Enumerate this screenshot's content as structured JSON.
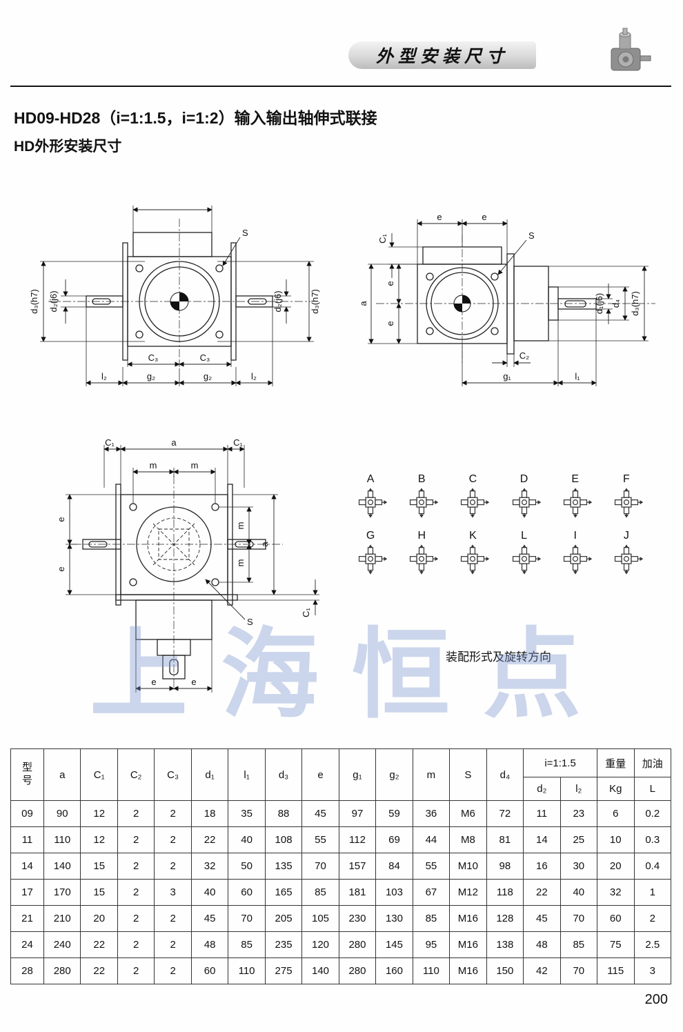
{
  "banner": {
    "title": "外型安装尺寸"
  },
  "titles": {
    "line1": "HD09-HD28（i=1:1.5，i=1:2）输入输出轴伸式联接",
    "line2": "HD外形安装尺寸"
  },
  "watermark": "上海恒点",
  "dims": {
    "a": "a",
    "e": "e",
    "m": "m",
    "S": "S",
    "C1": "C₁",
    "C2": "C₂",
    "C3": "C₃",
    "g1": "g₁",
    "g2": "g₂",
    "l1": "l₁",
    "l2": "l₂",
    "d1j6": "d₁(j6)",
    "d2j6": "d₂(j6)",
    "d3h7": "d₃(h7)",
    "d4": "d₄"
  },
  "assembly": {
    "labels": [
      "A",
      "B",
      "C",
      "D",
      "E",
      "F",
      "G",
      "H",
      "K",
      "L",
      "I",
      "J"
    ],
    "caption": "装配形式及旋转方向"
  },
  "table": {
    "headers": {
      "model": "型\n号",
      "a": "a",
      "C1": "C₁",
      "C2": "C₂",
      "C3": "C₃",
      "d1": "d₁",
      "l1": "l₁",
      "d3": "d₃",
      "e": "e",
      "g1": "g₁",
      "g2": "g₂",
      "m": "m",
      "S": "S",
      "d4": "d₄",
      "ratio": "i=1:1.5",
      "d2": "d₂",
      "l2": "l₂",
      "weight": "重量",
      "weight_unit": "Kg",
      "oil": "加油",
      "oil_unit": "L"
    },
    "rows": [
      [
        "09",
        "90",
        "12",
        "2",
        "2",
        "18",
        "35",
        "88",
        "45",
        "97",
        "59",
        "36",
        "M6",
        "72",
        "11",
        "23",
        "6",
        "0.2"
      ],
      [
        "11",
        "110",
        "12",
        "2",
        "2",
        "22",
        "40",
        "108",
        "55",
        "112",
        "69",
        "44",
        "M8",
        "81",
        "14",
        "25",
        "10",
        "0.3"
      ],
      [
        "14",
        "140",
        "15",
        "2",
        "2",
        "32",
        "50",
        "135",
        "70",
        "157",
        "84",
        "55",
        "M10",
        "98",
        "16",
        "30",
        "20",
        "0.4"
      ],
      [
        "17",
        "170",
        "15",
        "2",
        "3",
        "40",
        "60",
        "165",
        "85",
        "181",
        "103",
        "67",
        "M12",
        "118",
        "22",
        "40",
        "32",
        "1"
      ],
      [
        "21",
        "210",
        "20",
        "2",
        "2",
        "45",
        "70",
        "205",
        "105",
        "230",
        "130",
        "85",
        "M16",
        "128",
        "45",
        "70",
        "60",
        "2"
      ],
      [
        "24",
        "240",
        "22",
        "2",
        "2",
        "48",
        "85",
        "235",
        "120",
        "280",
        "145",
        "95",
        "M16",
        "138",
        "48",
        "85",
        "75",
        "2.5"
      ],
      [
        "28",
        "280",
        "22",
        "2",
        "2",
        "60",
        "110",
        "275",
        "140",
        "280",
        "160",
        "110",
        "M16",
        "150",
        "42",
        "70",
        "115",
        "3"
      ]
    ]
  },
  "page_number": "200"
}
